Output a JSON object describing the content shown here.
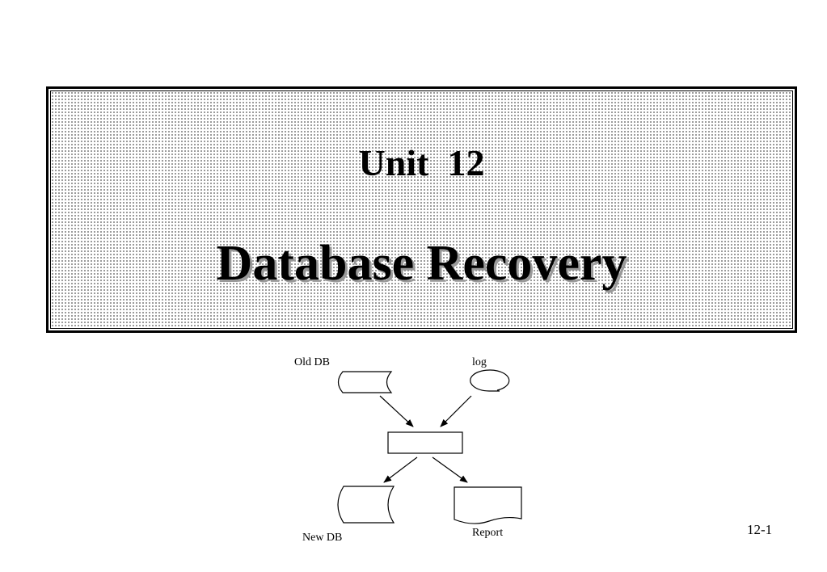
{
  "title": {
    "unit": "Unit  12",
    "main": "Database Recovery"
  },
  "diagram": {
    "old_db_label": "Old DB",
    "log_label": "log",
    "new_db_label": "New DB",
    "report_label": "Report"
  },
  "page_number": "12-1"
}
